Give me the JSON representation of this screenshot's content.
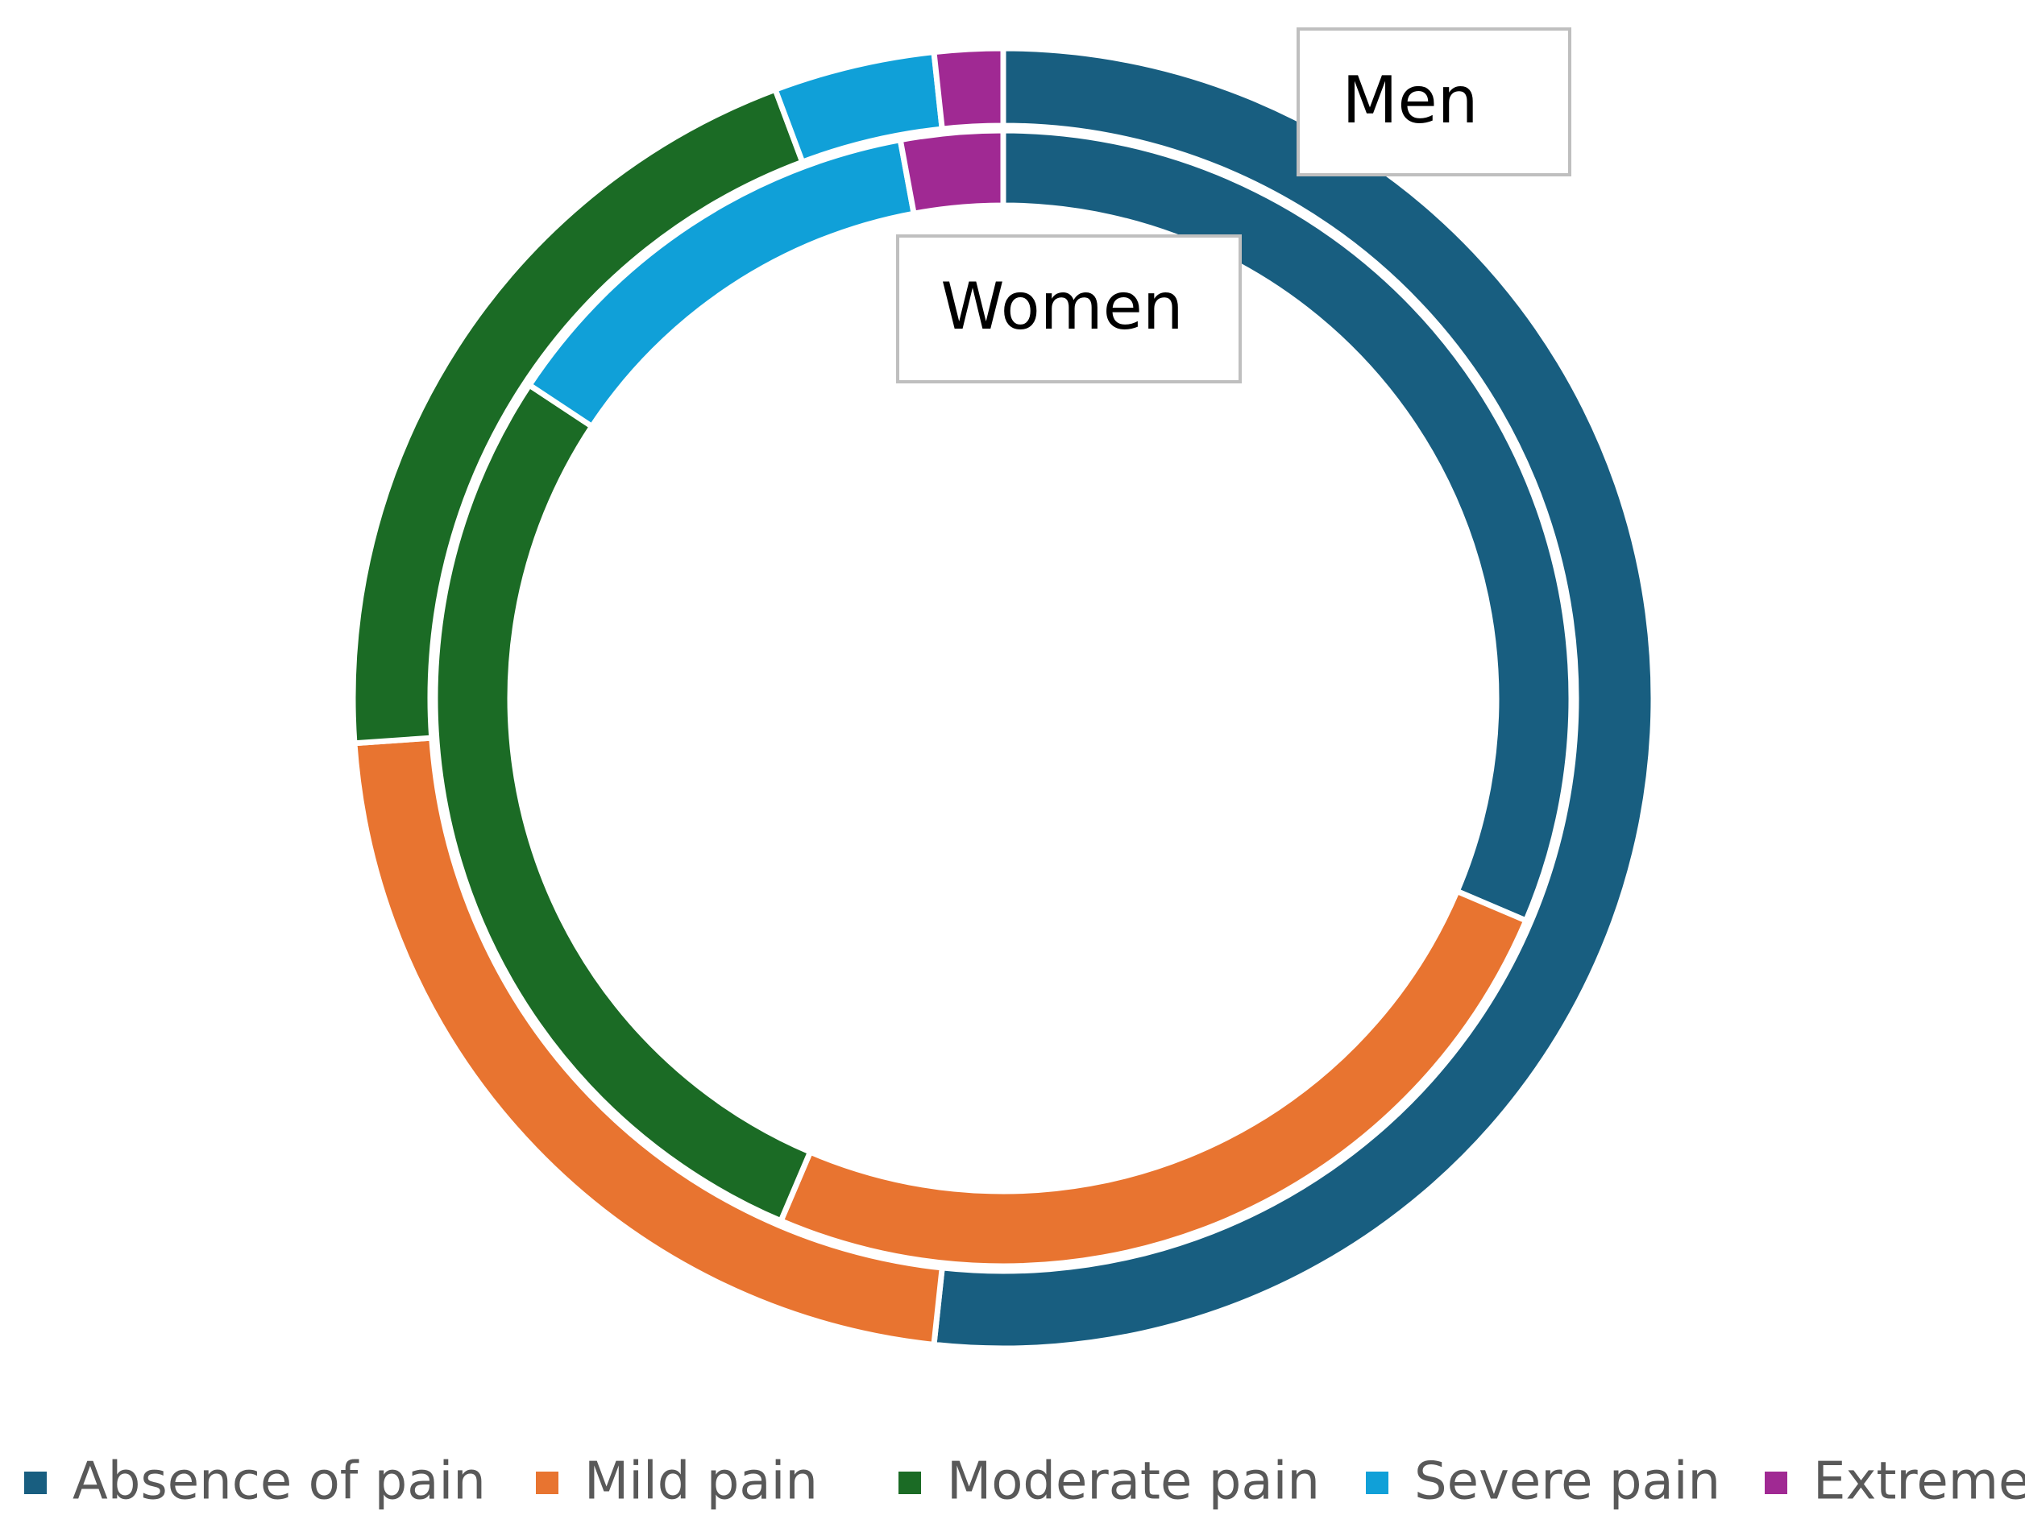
{
  "chart_data": {
    "type": "donut",
    "categories": [
      "Absence of pain",
      "Mild pain",
      "Moderate pain",
      "Severe pain",
      "Extreme"
    ],
    "colors": [
      "#185e80",
      "#e87430",
      "#1b6b25",
      "#10a0d8",
      "#a02993"
    ],
    "series": [
      {
        "name": "Men",
        "values": [
          51.7,
          22.2,
          20.4,
          4.0,
          1.7
        ]
      },
      {
        "name": "Women",
        "values": [
          31.4,
          25.0,
          27.9,
          12.8,
          2.9
        ]
      }
    ],
    "legend_position": "bottom"
  }
}
